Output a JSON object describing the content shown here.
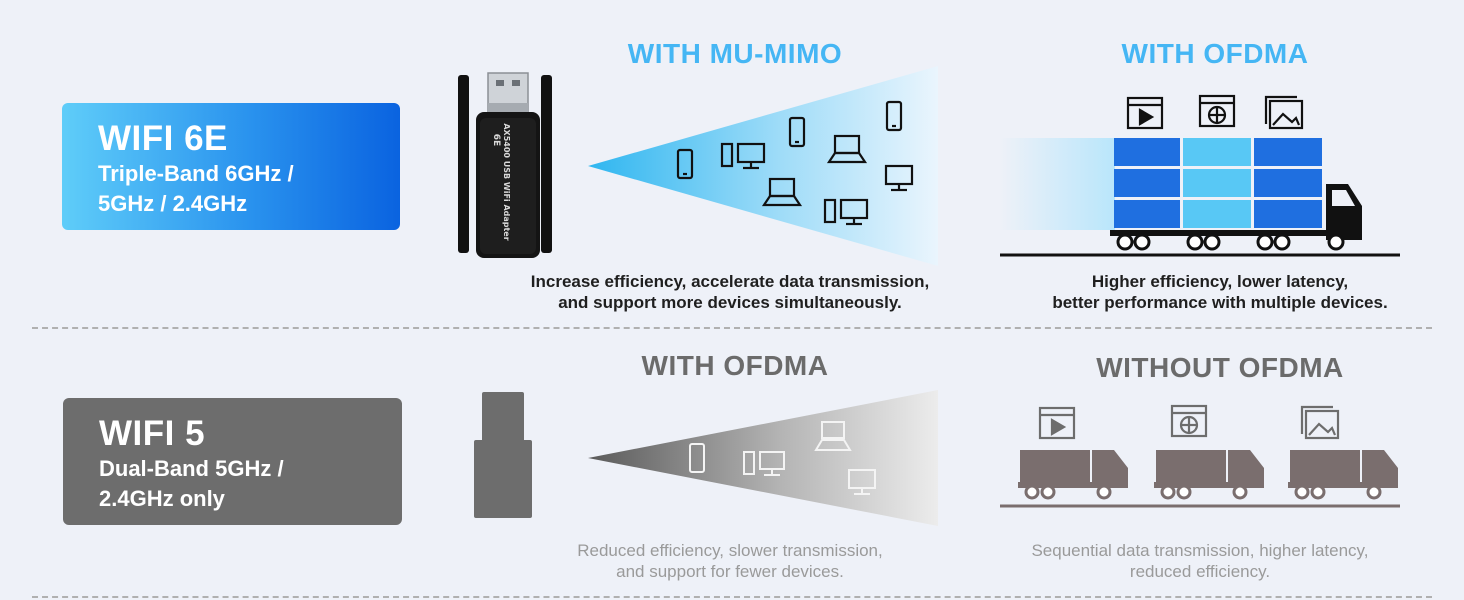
{
  "wifi6e": {
    "title": "WIFI 6E",
    "subtitle_line1": "Triple-Band 6GHz /",
    "subtitle_line2": "5GHz / 2.4GHz",
    "adapter_label": "AX5400 USB WiFi Adapter",
    "adapter_logo": "6E",
    "mu_mimo_heading": "WITH MU-MIMO",
    "mu_mimo_caption_line1": "Increase efficiency, accelerate data transmission,",
    "mu_mimo_caption_line2": "and support more devices simultaneously.",
    "ofdma_heading": "WITH OFDMA",
    "ofdma_caption_line1": "Higher efficiency, lower latency,",
    "ofdma_caption_line2": "better performance with multiple devices."
  },
  "wifi5": {
    "title": "WIFI 5",
    "subtitle_line1": "Dual-Band 5GHz /",
    "subtitle_line2": "2.4GHz only",
    "ofdma_heading": "WITH OFDMA",
    "ofdma_caption_line1": "Reduced efficiency, slower transmission,",
    "ofdma_caption_line2": "and support for fewer devices.",
    "without_heading": "WITHOUT OFDMA",
    "without_caption_line1": "Sequential data transmission, higher latency,",
    "without_caption_line2": "reduced efficiency."
  },
  "colors": {
    "accent_blue": "#45b6f4",
    "brand_blue": "#0a63e0",
    "container_dark": "#1f6fe0",
    "container_light": "#58c8f5",
    "gray_box": "#6d6d6d",
    "gray_truck": "#7a6e6e"
  },
  "icons": [
    "video-icon",
    "web-icon",
    "image-icon",
    "phone-icon",
    "desktop-icon",
    "laptop-icon",
    "monitor-icon"
  ]
}
